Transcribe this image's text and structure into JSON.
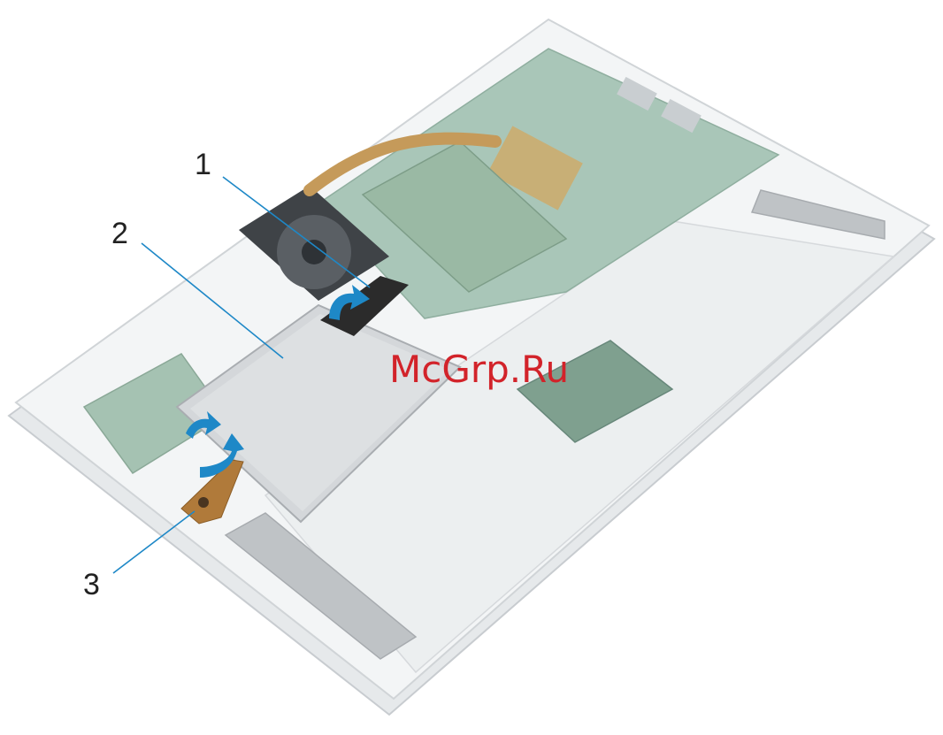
{
  "figure": {
    "callouts": [
      {
        "number": "1"
      },
      {
        "number": "2"
      },
      {
        "number": "3"
      }
    ],
    "watermark": "McGrp.Ru"
  },
  "colors": {
    "chassis": "#f1f3f4",
    "chassis_edge": "#cfd3d6",
    "motherboard": "#8fb3a3",
    "battery": "#cdd0d3",
    "speaker": "#b9bcbf",
    "mylar_tab": "#2b2b2b",
    "arrow": "#1e88c7",
    "bracket": "#b07a3a",
    "watermark": "#d2232a"
  }
}
